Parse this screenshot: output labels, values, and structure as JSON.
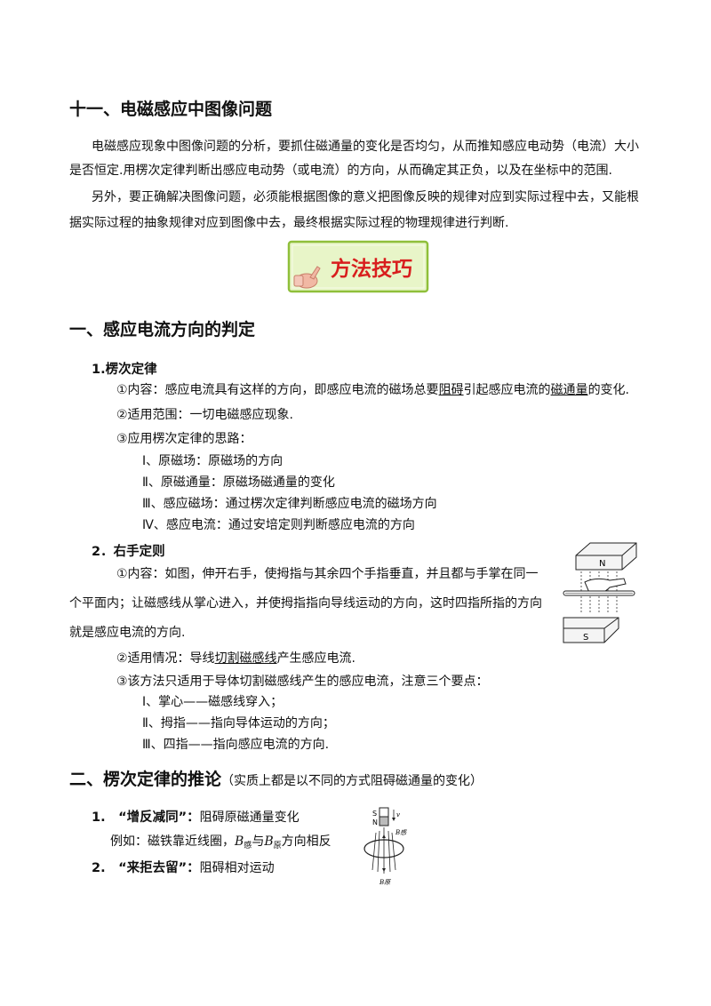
{
  "heading_main": "十一、电磁感应中图像问题",
  "intro": {
    "p1_line1": "电磁感应现象中图像问题的分析，要抓住磁通量的变化是否均匀，从而推知感应电动势（电流）大小",
    "p1_line2": "是否恒定.用楞次定律判断出感应电动势（或电流）的方向，从而确定其正负，以及在坐标中的范围.",
    "p2_line1": "另外，要正确解决图像问题，必须能根据图像的意义把图像反映的规律对应到实际过程中去，又能根",
    "p2_line2": "据实际过程的抽象规律对应到图像中去，最终根据实际过程的物理规律进行判断."
  },
  "banner": {
    "label": "方法技巧",
    "colors": {
      "bg": "#e8f5c8",
      "border": "#8fbf3a",
      "text": "#d81e1e"
    }
  },
  "section1": {
    "title": "一、感应电流方向的判定",
    "lenz": {
      "heading": "1.楞次定律",
      "content_pre": "①内容：感应电流具有这样的方向，即感应电流的磁场总要",
      "content_u1": "阻碍",
      "content_mid": "引起感应电流的",
      "content_u2": "磁通量",
      "content_post": "的变化.",
      "scope": "②适用范围：一切电磁感应现象.",
      "steps_title": "③应用楞次定律的思路：",
      "steps": [
        "Ⅰ、原磁场：原磁场的方向",
        "Ⅱ、原磁通量：原磁场磁通量的变化",
        "Ⅲ、感应磁场：通过楞次定律判断感应电流的磁场方向",
        "Ⅳ、感应电流：通过安培定则判断感应电流的方向"
      ]
    },
    "right_hand": {
      "heading": "2．右手定则",
      "content_line1": "①内容：如图，伸开右手，使拇指与其余四个手指垂直，并且都与手掌在同一",
      "content_line2": "个平面内；让磁感线从掌心进入，并使拇指指向导线运动的方向，这时四指所指的方向",
      "content_line3": "就是感应电流的方向.",
      "usage_pre": "②适用情况：导线",
      "usage_u": "切割磁感线",
      "usage_post": "产生感应电流.",
      "note": "③该方法只适用于导体切割磁感线产生的感应电流，注意三个要点：",
      "points": [
        "Ⅰ、掌心——磁感线穿入；",
        "Ⅱ、拇指——指向导体运动的方向；",
        "Ⅲ、四指——指向感应电流的方向."
      ],
      "fig_labels": {
        "n": "N",
        "s": "S"
      }
    }
  },
  "section2": {
    "title": "二、楞次定律的推论",
    "title_note": "（实质上都是以不同的方式阻碍磁通量的变化）",
    "item1_heading": "1.　“增反减同”：",
    "item1_text": "阻碍原磁通量变化",
    "example_pre": "例如：磁铁靠近线圈，",
    "b_symbol": "B",
    "example_sub1": "感",
    "example_mid": "与",
    "example_sub2": "原",
    "example_post": "方向相反",
    "item2_heading": "2.　“来拒去留”：",
    "item2_text": "阻碍相对运动",
    "fig2_labels": {
      "s": "S",
      "n": "N",
      "v": "v",
      "b_gan": "B感",
      "b_yuan": "B原"
    }
  }
}
